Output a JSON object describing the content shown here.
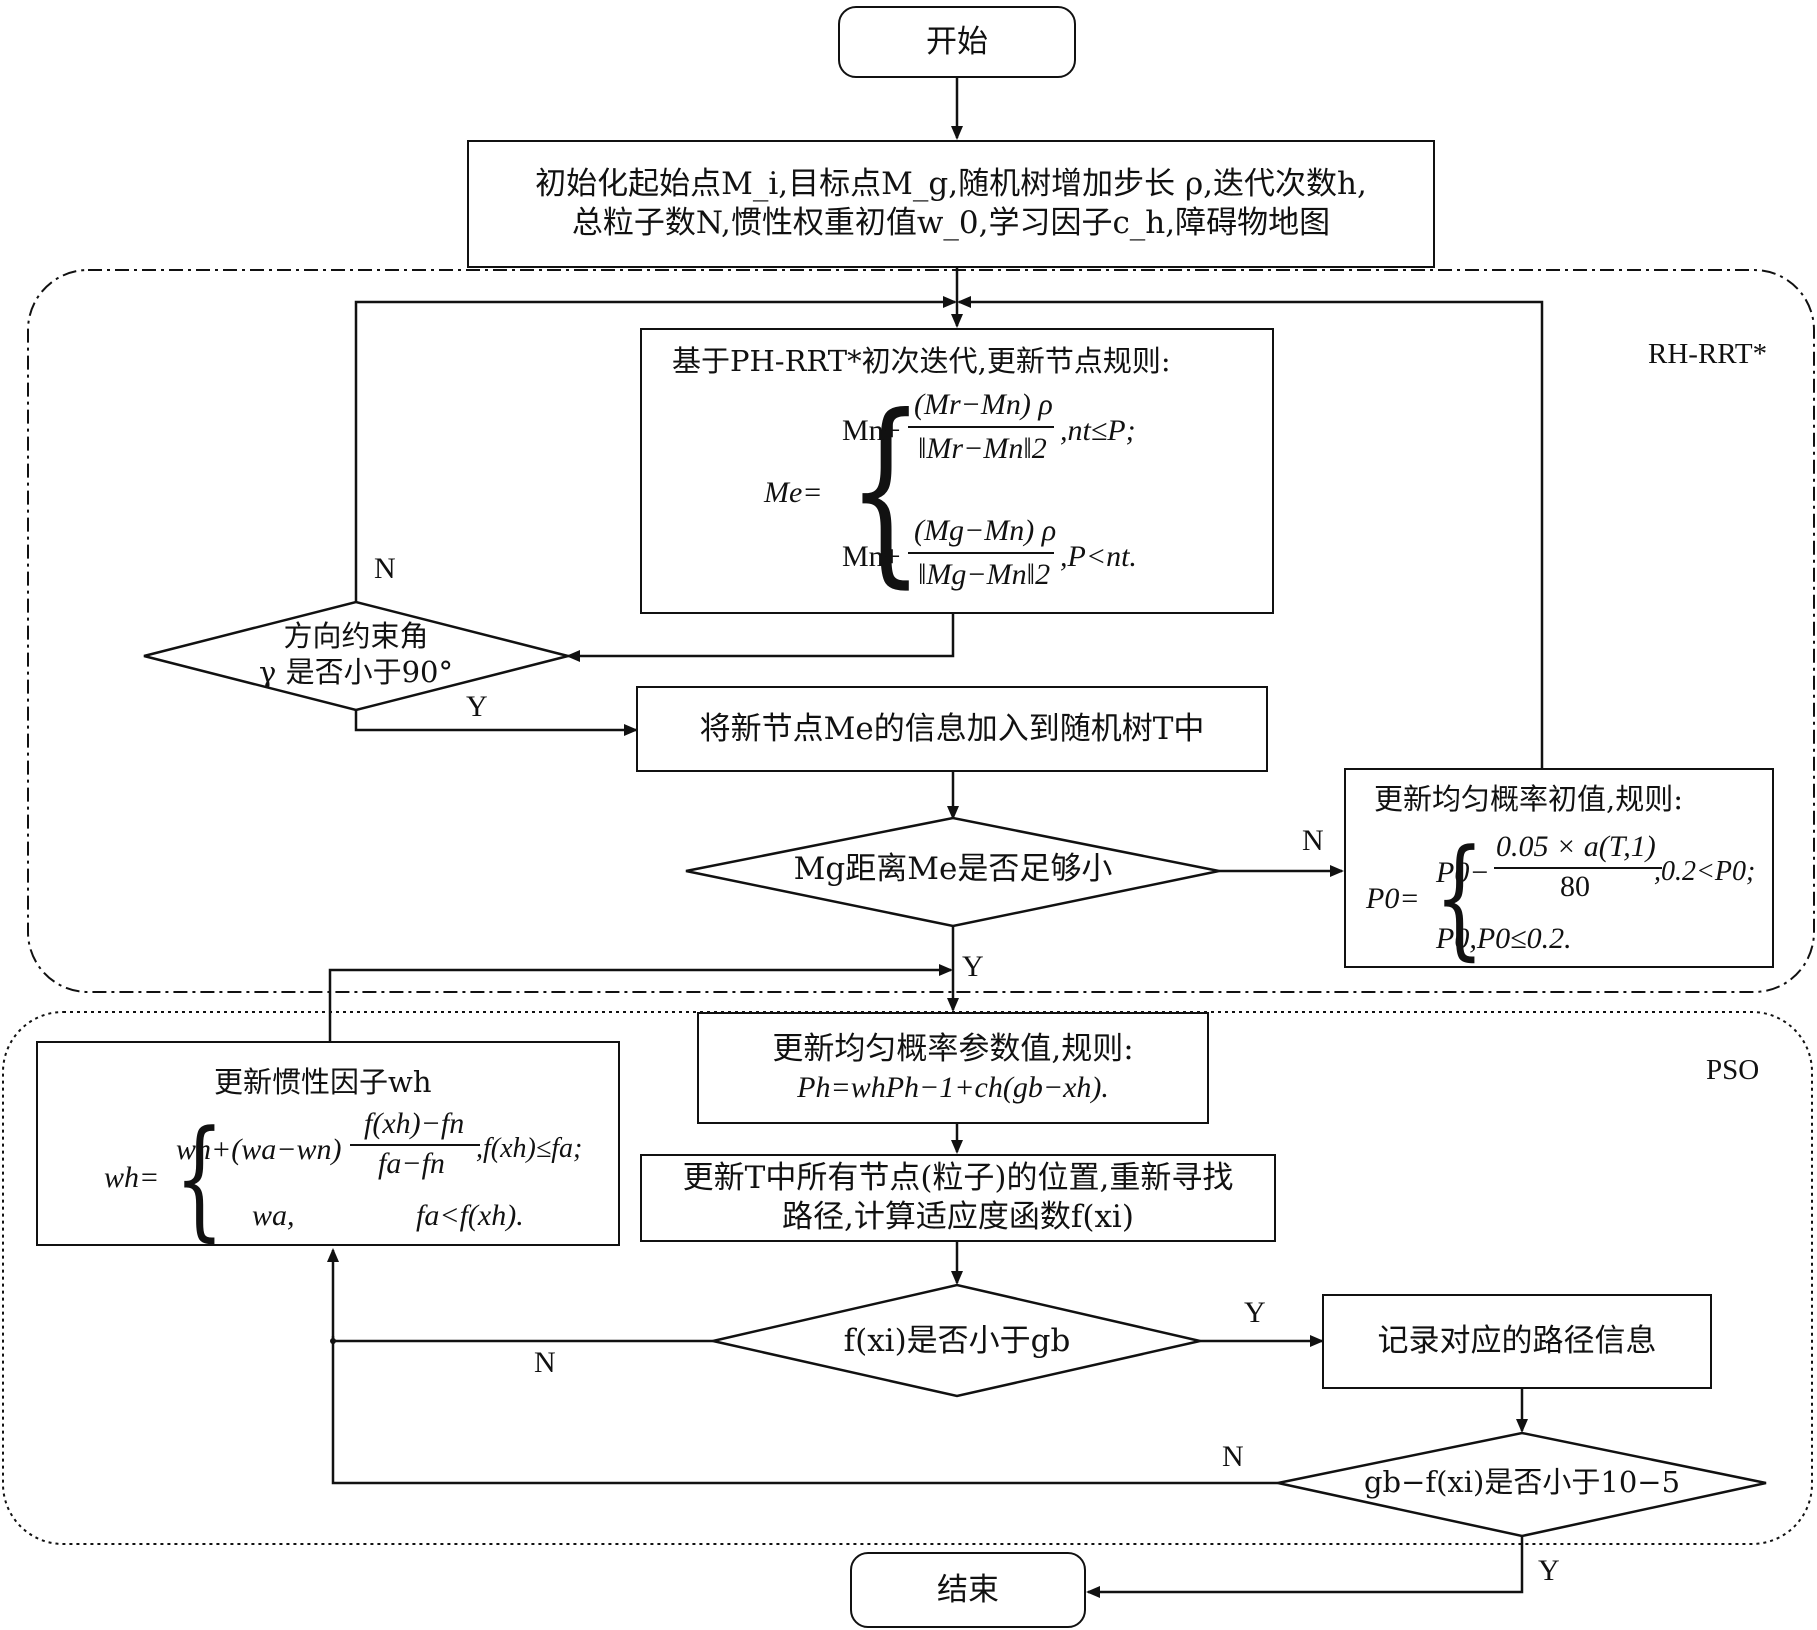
{
  "start": "开始",
  "end": "结束",
  "init": {
    "line1": "初始化起始点M_i,目标点M_g,随机树增加步长 ρ,迭代次数h,",
    "line2": "总粒子数N,惯性权重初值w_0,学习因子c_h,障碍物地图"
  },
  "regions": {
    "rh": "RH-RRT*",
    "pso": "PSO"
  },
  "phrrt": {
    "title": "基于PH-RRT*初次迭代,更新节点规则:",
    "lhs": "Me=",
    "case1_prefix": "Mn+",
    "case1_num": "(Mr−Mn) ρ",
    "case1_den": "‖Mr−Mn‖2",
    "case1_cond": ",nt≤P;",
    "case2_prefix": "Mn+",
    "case2_num": "(Mg−Mn) ρ",
    "case2_den": "‖Mg−Mn‖2",
    "case2_cond": ",P<nt."
  },
  "angle_decision": {
    "line1": "方向约束角",
    "line2": "γ 是否小于90°"
  },
  "add_node": "将新节点Me的信息加入到随机树T中",
  "dist_decision": "Mg距离Me是否足够小",
  "p0_update": {
    "title": "更新均匀概率初值,规则:",
    "lhs": "P0=",
    "case1_prefix": "P0−",
    "case1_num": "0.05 × a(T,1)",
    "case1_den": "80",
    "case1_cond": ",0.2<P0;",
    "case2": "P0,P0≤0.2."
  },
  "ph_update": {
    "title": "更新均匀概率参数值,规则:",
    "formula": "Ph=whPh−1+ch(gb−xh)."
  },
  "inertia": {
    "title": "更新惯性因子wh",
    "lhs": "wh=",
    "case1_prefix": "wn+(wa−wn)",
    "case1_num": "f(xh)−fn",
    "case1_den": "fa−fn",
    "case1_cond": ",f(xh)≤fa;",
    "case2_a": "wa,",
    "case2_b": "fa<f(xh)."
  },
  "update_positions": {
    "line1": "更新T中所有节点(粒子)的位置,重新寻找",
    "line2": "路径,计算适应度函数f(xi)"
  },
  "fitness_decision": "f(xi)是否小于gb",
  "record": "记录对应的路径信息",
  "conv_decision": "gb−f(xi)是否小于10−5",
  "labels": {
    "N_angle": "N",
    "Y_angle": "Y",
    "N_dist": "N",
    "Y_dist": "Y",
    "Y_fit": "Y",
    "N_fit": "N",
    "N_conv": "N",
    "Y_conv": "Y"
  }
}
